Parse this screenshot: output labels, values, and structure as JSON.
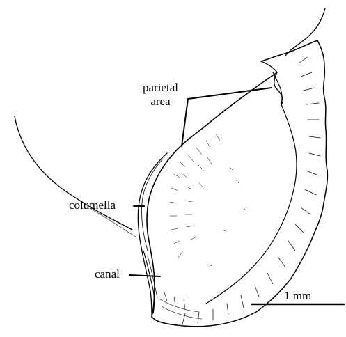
{
  "labels": {
    "parietal_line1": "parietal",
    "parietal_line2": "area",
    "columella": "columella",
    "canal": "canal"
  },
  "scale_bar": {
    "label": "1 mm"
  },
  "colors": {
    "ink": "#000000",
    "background": "#ffffff"
  }
}
